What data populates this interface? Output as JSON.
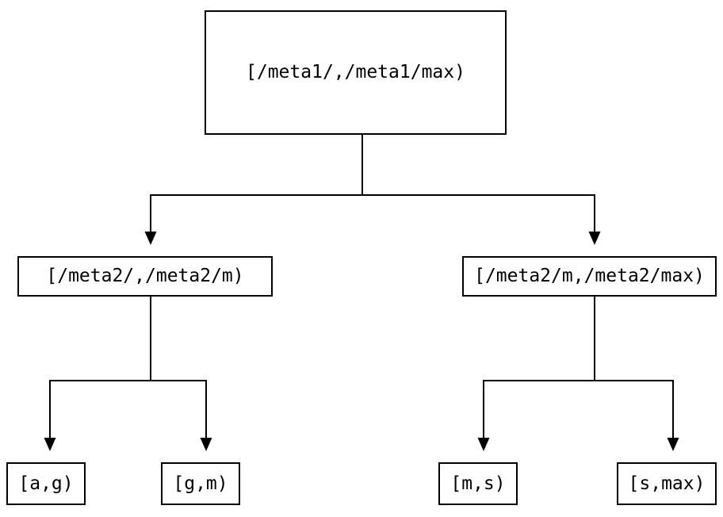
{
  "colors": {
    "background": "#ffffff",
    "line": "#000000",
    "node_border": "#000000",
    "node_fill": "#ffffff",
    "text": "#000000"
  },
  "tree": {
    "root": {
      "label": "[/meta1/,/meta1/max)",
      "children": [
        {
          "label": "[/meta2/,/meta2/m)",
          "children": [
            {
              "label": "[a,g)"
            },
            {
              "label": "[g,m)"
            }
          ]
        },
        {
          "label": "[/meta2/m,/meta2/max)",
          "children": [
            {
              "label": "[m,s)"
            },
            {
              "label": "[s,max)"
            }
          ]
        }
      ]
    }
  }
}
